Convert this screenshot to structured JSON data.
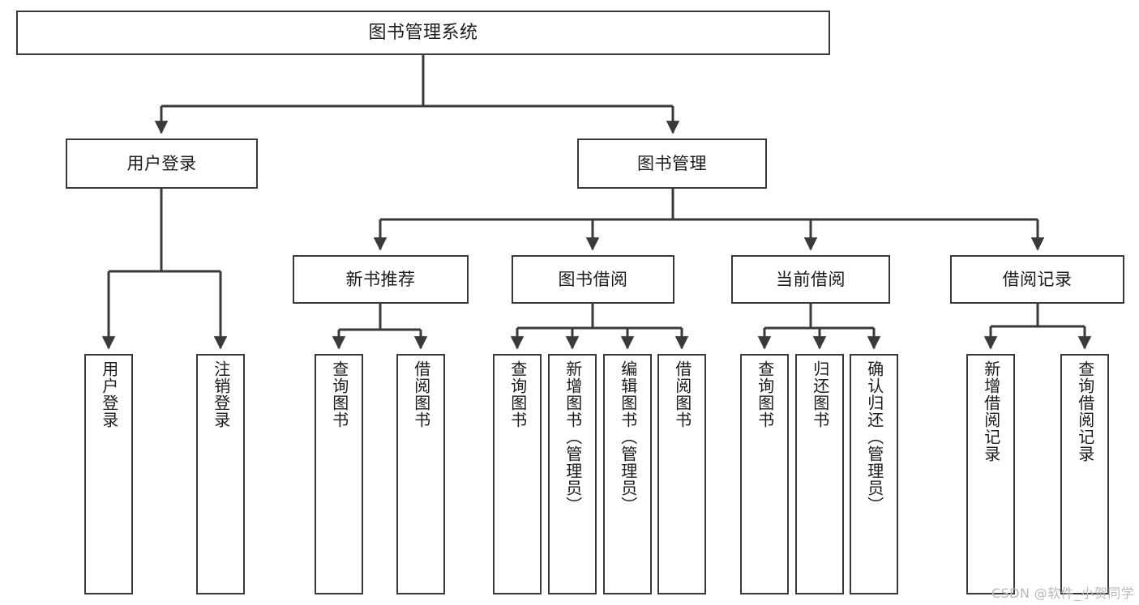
{
  "diagram": {
    "title": "图书管理系统",
    "type": "hierarchy-tree",
    "colors": {
      "background": "#ffffff",
      "node_border": "#3a3a3a",
      "node_fill": "#ffffff",
      "edge": "#3a3a3a",
      "text": "#1b1b1b",
      "watermark": "#b9b9b9"
    },
    "levels": {
      "root": {
        "label": "图书管理系统"
      },
      "level2": [
        {
          "id": "user-login",
          "label": "用户登录"
        },
        {
          "id": "book-management",
          "label": "图书管理"
        }
      ],
      "level3": [
        {
          "id": "new-book-recommend",
          "label": "新书推荐",
          "parent": "book-management"
        },
        {
          "id": "book-borrow",
          "label": "图书借阅",
          "parent": "book-management"
        },
        {
          "id": "current-borrow",
          "label": "当前借阅",
          "parent": "book-management"
        },
        {
          "id": "borrow-record",
          "label": "借阅记录",
          "parent": "book-management"
        }
      ],
      "leaves": [
        {
          "id": "leaf-user-login",
          "label": "用户登录",
          "parent": "user-login"
        },
        {
          "id": "leaf-logout-login",
          "label": "注销登录",
          "parent": "user-login"
        },
        {
          "id": "leaf-query-book-1",
          "label": "查询图书",
          "parent": "new-book-recommend"
        },
        {
          "id": "leaf-borrow-book-1",
          "label": "借阅图书",
          "parent": "new-book-recommend"
        },
        {
          "id": "leaf-query-book-2",
          "label": "查询图书",
          "parent": "book-borrow"
        },
        {
          "id": "leaf-add-book",
          "label": "新增图书（管理员）",
          "parent": "book-borrow"
        },
        {
          "id": "leaf-edit-book",
          "label": "编辑图书（管理员）",
          "parent": "book-borrow"
        },
        {
          "id": "leaf-borrow-book-2",
          "label": "借阅图书",
          "parent": "book-borrow"
        },
        {
          "id": "leaf-query-book-3",
          "label": "查询图书",
          "parent": "current-borrow"
        },
        {
          "id": "leaf-return-book",
          "label": "归还图书",
          "parent": "current-borrow"
        },
        {
          "id": "leaf-confirm-return",
          "label": "确认归还（管理员）",
          "parent": "current-borrow"
        },
        {
          "id": "leaf-add-record",
          "label": "新增借阅记录",
          "parent": "borrow-record"
        },
        {
          "id": "leaf-query-record",
          "label": "查询借阅记录",
          "parent": "borrow-record"
        }
      ]
    },
    "watermark": "CSDN @软件_小贺同学"
  }
}
